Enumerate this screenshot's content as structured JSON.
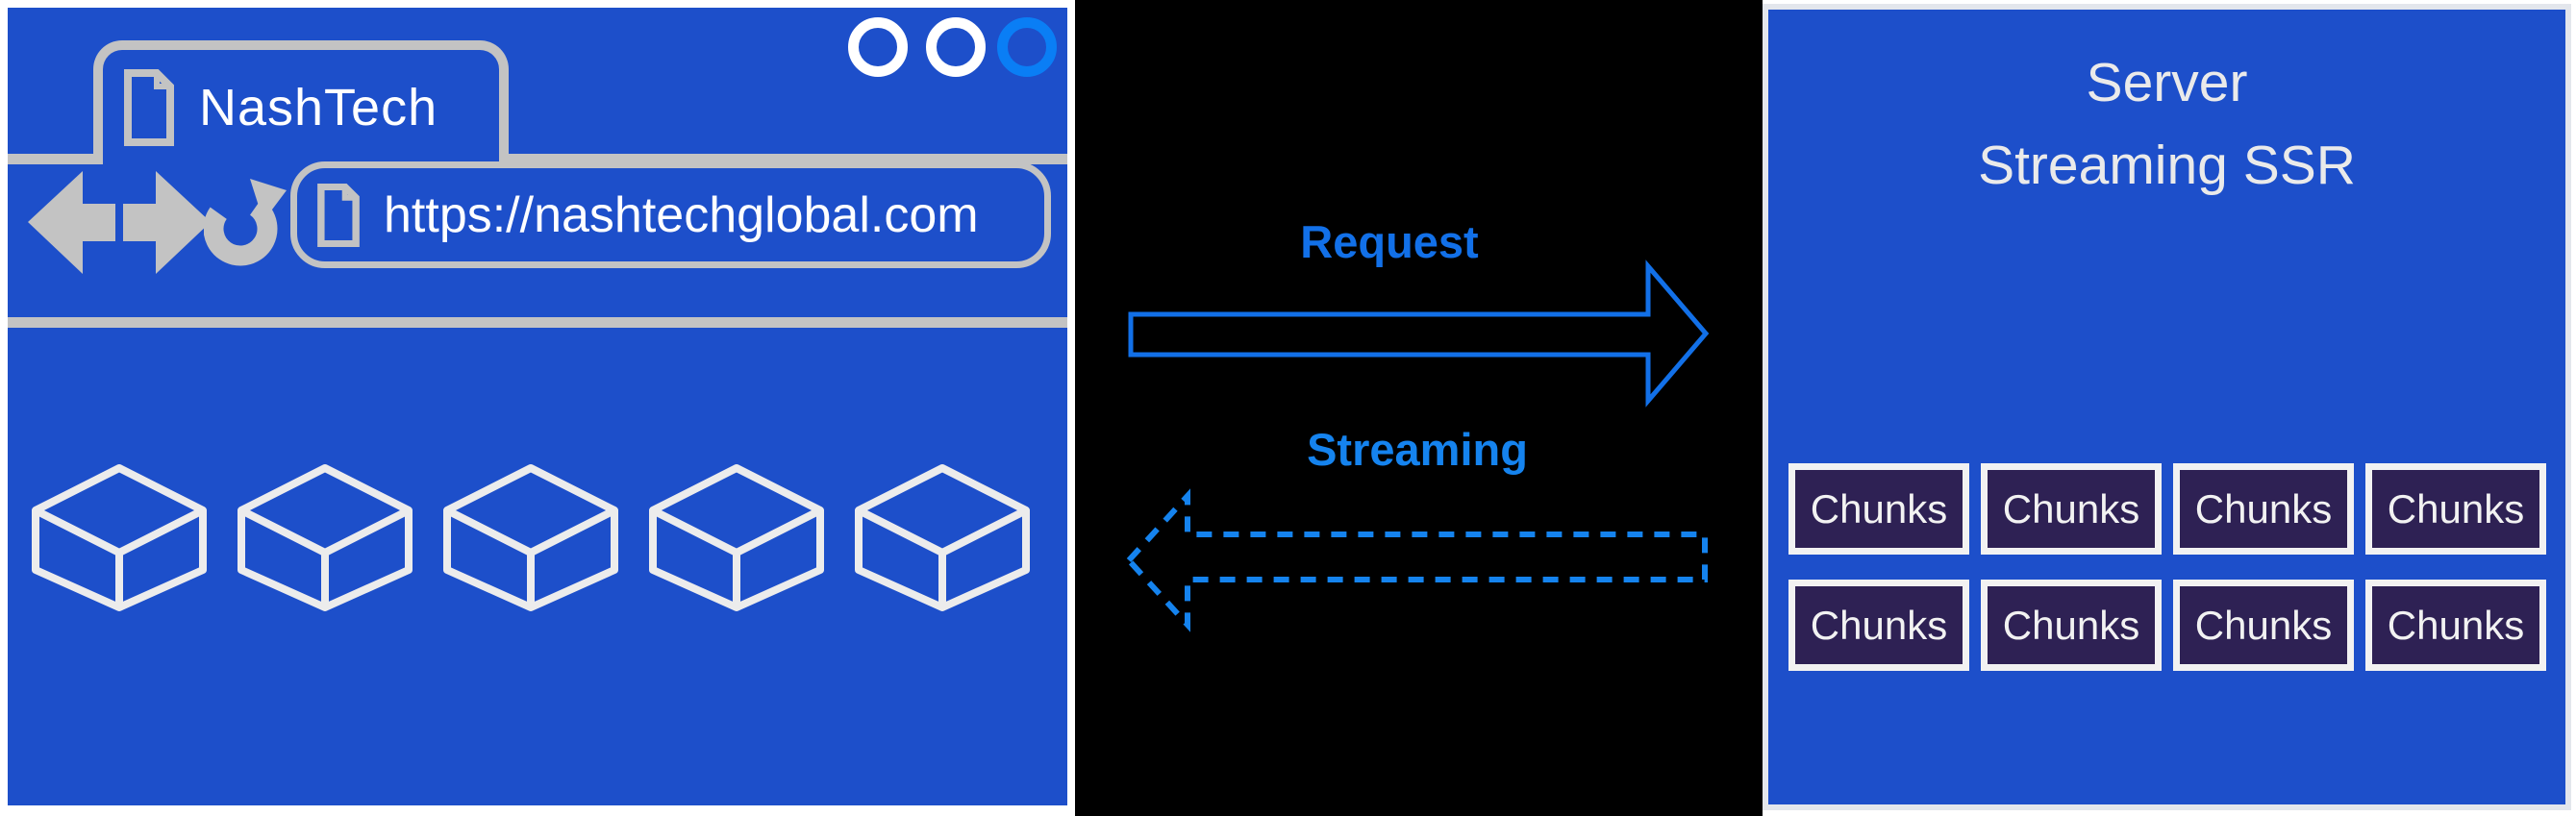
{
  "browser": {
    "tab": {
      "title": "NashTech"
    },
    "window_controls": {
      "count": 3,
      "active_color": "#0a7ef5",
      "inactive_color": "#ffffff"
    },
    "nav": {
      "back": "back",
      "forward": "forward",
      "refresh": "refresh"
    },
    "url_bar": {
      "value": "https://nashtechglobal.com"
    },
    "content": {
      "cube_count": 5
    }
  },
  "flow": {
    "request_label": "Request",
    "streaming_label": "Streaming"
  },
  "server": {
    "title_line1": "Server",
    "title_line2": "Streaming SSR",
    "chunks": [
      [
        "Chunks",
        "Chunks",
        "Chunks",
        "Chunks"
      ],
      [
        "Chunks",
        "Chunks",
        "Chunks",
        "Chunks"
      ]
    ]
  },
  "colors": {
    "canvas_bg": "#ffffff",
    "primary_blue": "#1d4fca",
    "chrome_gray": "#c3c3c3",
    "cube_stroke": "#ececec",
    "accent_blue_control": "#0a7ef5",
    "request_blue": "#1270e8",
    "streaming_blue": "#1583ee",
    "flow_bg": "#000000",
    "server_border": "#e3e6ec",
    "chunk_bg": "#2e2154",
    "chunk_border": "#f2f2f2"
  }
}
